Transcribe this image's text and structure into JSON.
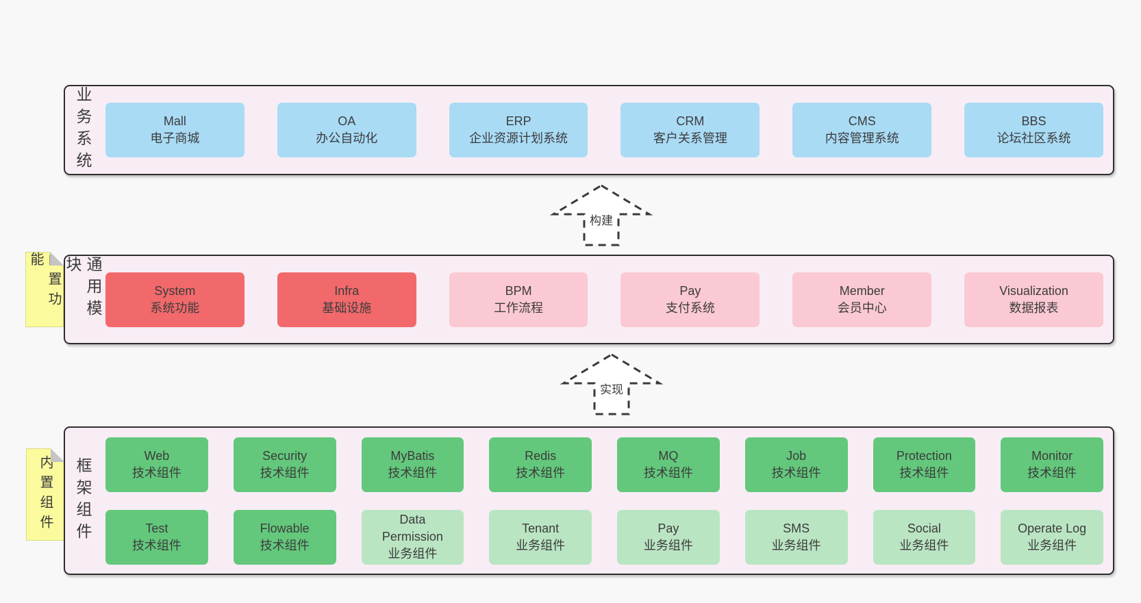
{
  "diagram": {
    "colors": {
      "page_bg": "#f8f8f8",
      "panel_bg": "#f8edf5",
      "panel_border": "#2e2e2e",
      "blue_box": "#a9dbf5",
      "red_box": "#f2696b",
      "pink_box": "#fbc9d3",
      "green_box": "#63c87c",
      "light_green_box": "#bae5c3",
      "sticky_yellow": "#fbfb9d",
      "sticky_fold_gray": "#c4c4c4",
      "text": "#3c3c3c"
    },
    "arrows": [
      {
        "label": "构建"
      },
      {
        "label": "实现"
      }
    ],
    "layers": {
      "business": {
        "label": "业务系统",
        "boxes": [
          {
            "en": "Mall",
            "zh": "电子商城",
            "variant": "blue"
          },
          {
            "en": "OA",
            "zh": "办公自动化",
            "variant": "blue"
          },
          {
            "en": "ERP",
            "zh": "企业资源计划系统",
            "variant": "blue"
          },
          {
            "en": "CRM",
            "zh": "客户关系管理",
            "variant": "blue"
          },
          {
            "en": "CMS",
            "zh": "内容管理系统",
            "variant": "blue"
          },
          {
            "en": "BBS",
            "zh": "论坛社区系统",
            "variant": "blue"
          }
        ]
      },
      "modules": {
        "label": "通用模块",
        "sticky": "内置功能",
        "boxes": [
          {
            "en": "System",
            "zh": "系统功能",
            "variant": "red"
          },
          {
            "en": "Infra",
            "zh": "基础设施",
            "variant": "red"
          },
          {
            "en": "BPM",
            "zh": "工作流程",
            "variant": "pink"
          },
          {
            "en": "Pay",
            "zh": "支付系统",
            "variant": "pink"
          },
          {
            "en": "Member",
            "zh": "会员中心",
            "variant": "pink"
          },
          {
            "en": "Visualization",
            "zh": "数据报表",
            "variant": "pink"
          }
        ]
      },
      "framework": {
        "label": "框架组件",
        "sticky": "内置组件",
        "boxes": [
          {
            "en": "Web",
            "zh": "技术组件",
            "variant": "green"
          },
          {
            "en": "Security",
            "zh": "技术组件",
            "variant": "green"
          },
          {
            "en": "MyBatis",
            "zh": "技术组件",
            "variant": "green"
          },
          {
            "en": "Redis",
            "zh": "技术组件",
            "variant": "green"
          },
          {
            "en": "MQ",
            "zh": "技术组件",
            "variant": "green"
          },
          {
            "en": "Job",
            "zh": "技术组件",
            "variant": "green"
          },
          {
            "en": "Protection",
            "zh": "技术组件",
            "variant": "green"
          },
          {
            "en": "Monitor",
            "zh": "技术组件",
            "variant": "green"
          },
          {
            "en": "Test",
            "zh": "技术组件",
            "variant": "green"
          },
          {
            "en": "Flowable",
            "zh": "技术组件",
            "variant": "green"
          },
          {
            "en": "Data Permission",
            "zh": "业务组件",
            "variant": "light-green"
          },
          {
            "en": "Tenant",
            "zh": "业务组件",
            "variant": "light-green"
          },
          {
            "en": "Pay",
            "zh": "业务组件",
            "variant": "light-green"
          },
          {
            "en": "SMS",
            "zh": "业务组件",
            "variant": "light-green"
          },
          {
            "en": "Social",
            "zh": "业务组件",
            "variant": "light-green"
          },
          {
            "en": "Operate Log",
            "zh": "业务组件",
            "variant": "light-green"
          }
        ]
      }
    }
  }
}
